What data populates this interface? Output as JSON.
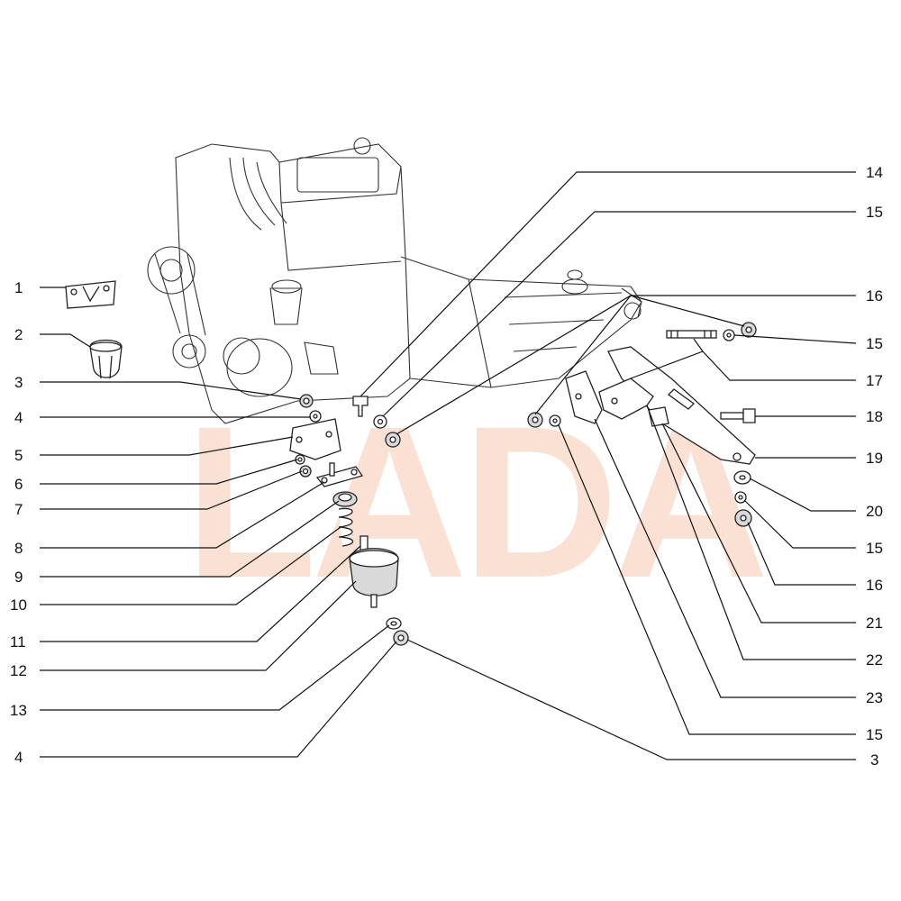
{
  "watermark": "LADA",
  "labels_left": [
    "1",
    "2",
    "3",
    "4",
    "5",
    "6",
    "7",
    "8",
    "9",
    "10",
    "11",
    "12",
    "13",
    "4"
  ],
  "labels_right": [
    "14",
    "15",
    "16",
    "15",
    "17",
    "18",
    "19",
    "20",
    "15",
    "16",
    "21",
    "22",
    "23",
    "15",
    "3"
  ],
  "colors": {
    "ink": "#111111",
    "watermark": "#f6c9b0"
  }
}
